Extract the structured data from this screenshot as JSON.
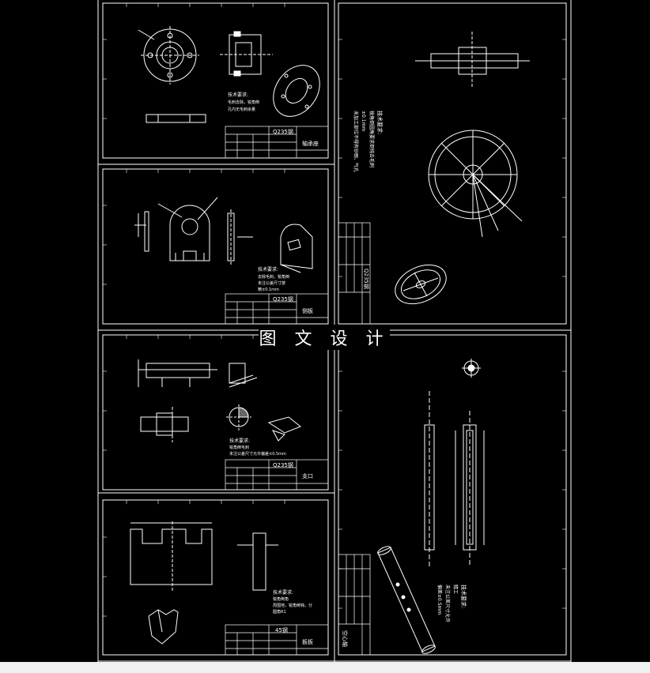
{
  "watermark": "图 文 设 计",
  "sheets": {
    "sheet1": {
      "tech_title": "技术要求:",
      "tech_line1": "毛刺去除，锐角倒",
      "tech_line2": "孔内无毛刺余量",
      "material": "Q235钢",
      "part_name": "轴承座"
    },
    "sheet2": {
      "tech_title": "技术要求:",
      "tech_line1": "去除毛刺，锐角倒",
      "tech_line2": "未注公差尺寸按",
      "tech_line3": "精±0.1mm",
      "material": "Q235钢",
      "part_name": "侧板"
    },
    "sheet3": {
      "tech_title": "技术要求:",
      "tech_line1": "锐角倒毛刺",
      "tech_line2": "未注公差尺寸允许偏差±0.5mm",
      "material": "Q235钢",
      "part_name": "支口"
    },
    "sheet4": {
      "tech_title": "技术要求:",
      "tech_line1": "锐角倒角",
      "tech_line2": "周围地，锐角倒钝，分",
      "tech_line3": "圆角R1",
      "material": "45钢",
      "part_name": "板板"
    },
    "sheet5": {
      "tech_title": "技术要求:",
      "tech_line1": "锐角倒圆角要求倒钝去毛刺",
      "tech_line2": "±0.1mm",
      "tech_line3": "未加工部位不得有砂眼、气孔",
      "material": "Q235钢"
    },
    "sheet6": {
      "tech_title": "技术要求:",
      "tech_line1": "精工",
      "tech_line2": "未注公差尺寸允许",
      "tech_line3": "偏差±0.5mm",
      "part_name": "空心轴"
    }
  }
}
